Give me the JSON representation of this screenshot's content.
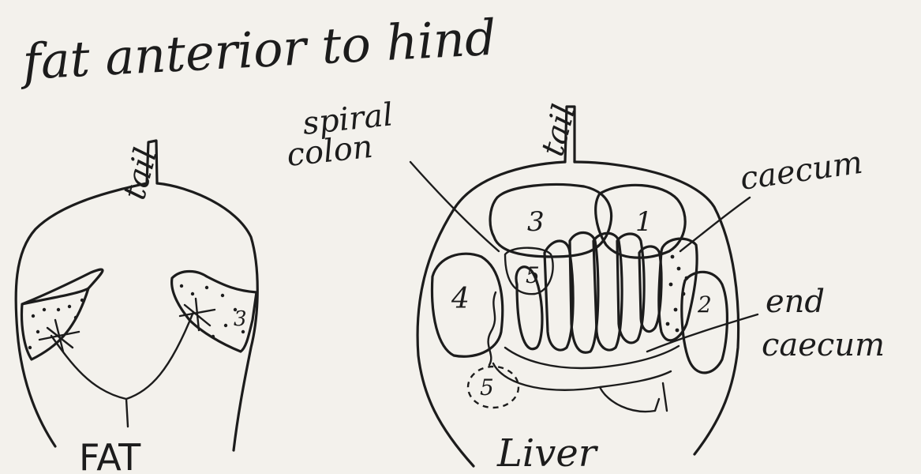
{
  "title": "fat anterior to hind",
  "left_figure": {
    "tail_label": "tail",
    "bottom_label": "FAT",
    "region_number": "3"
  },
  "right_figure": {
    "tail_label": "tail",
    "bottom_label": "Liver",
    "label_spiral_colon": [
      "spiral",
      "colon"
    ],
    "label_caecum": "caecum",
    "label_end_caecum": [
      "end",
      "caecum"
    ],
    "lobe_numbers": [
      "3",
      "1",
      "5",
      "4",
      "2",
      "5"
    ]
  }
}
